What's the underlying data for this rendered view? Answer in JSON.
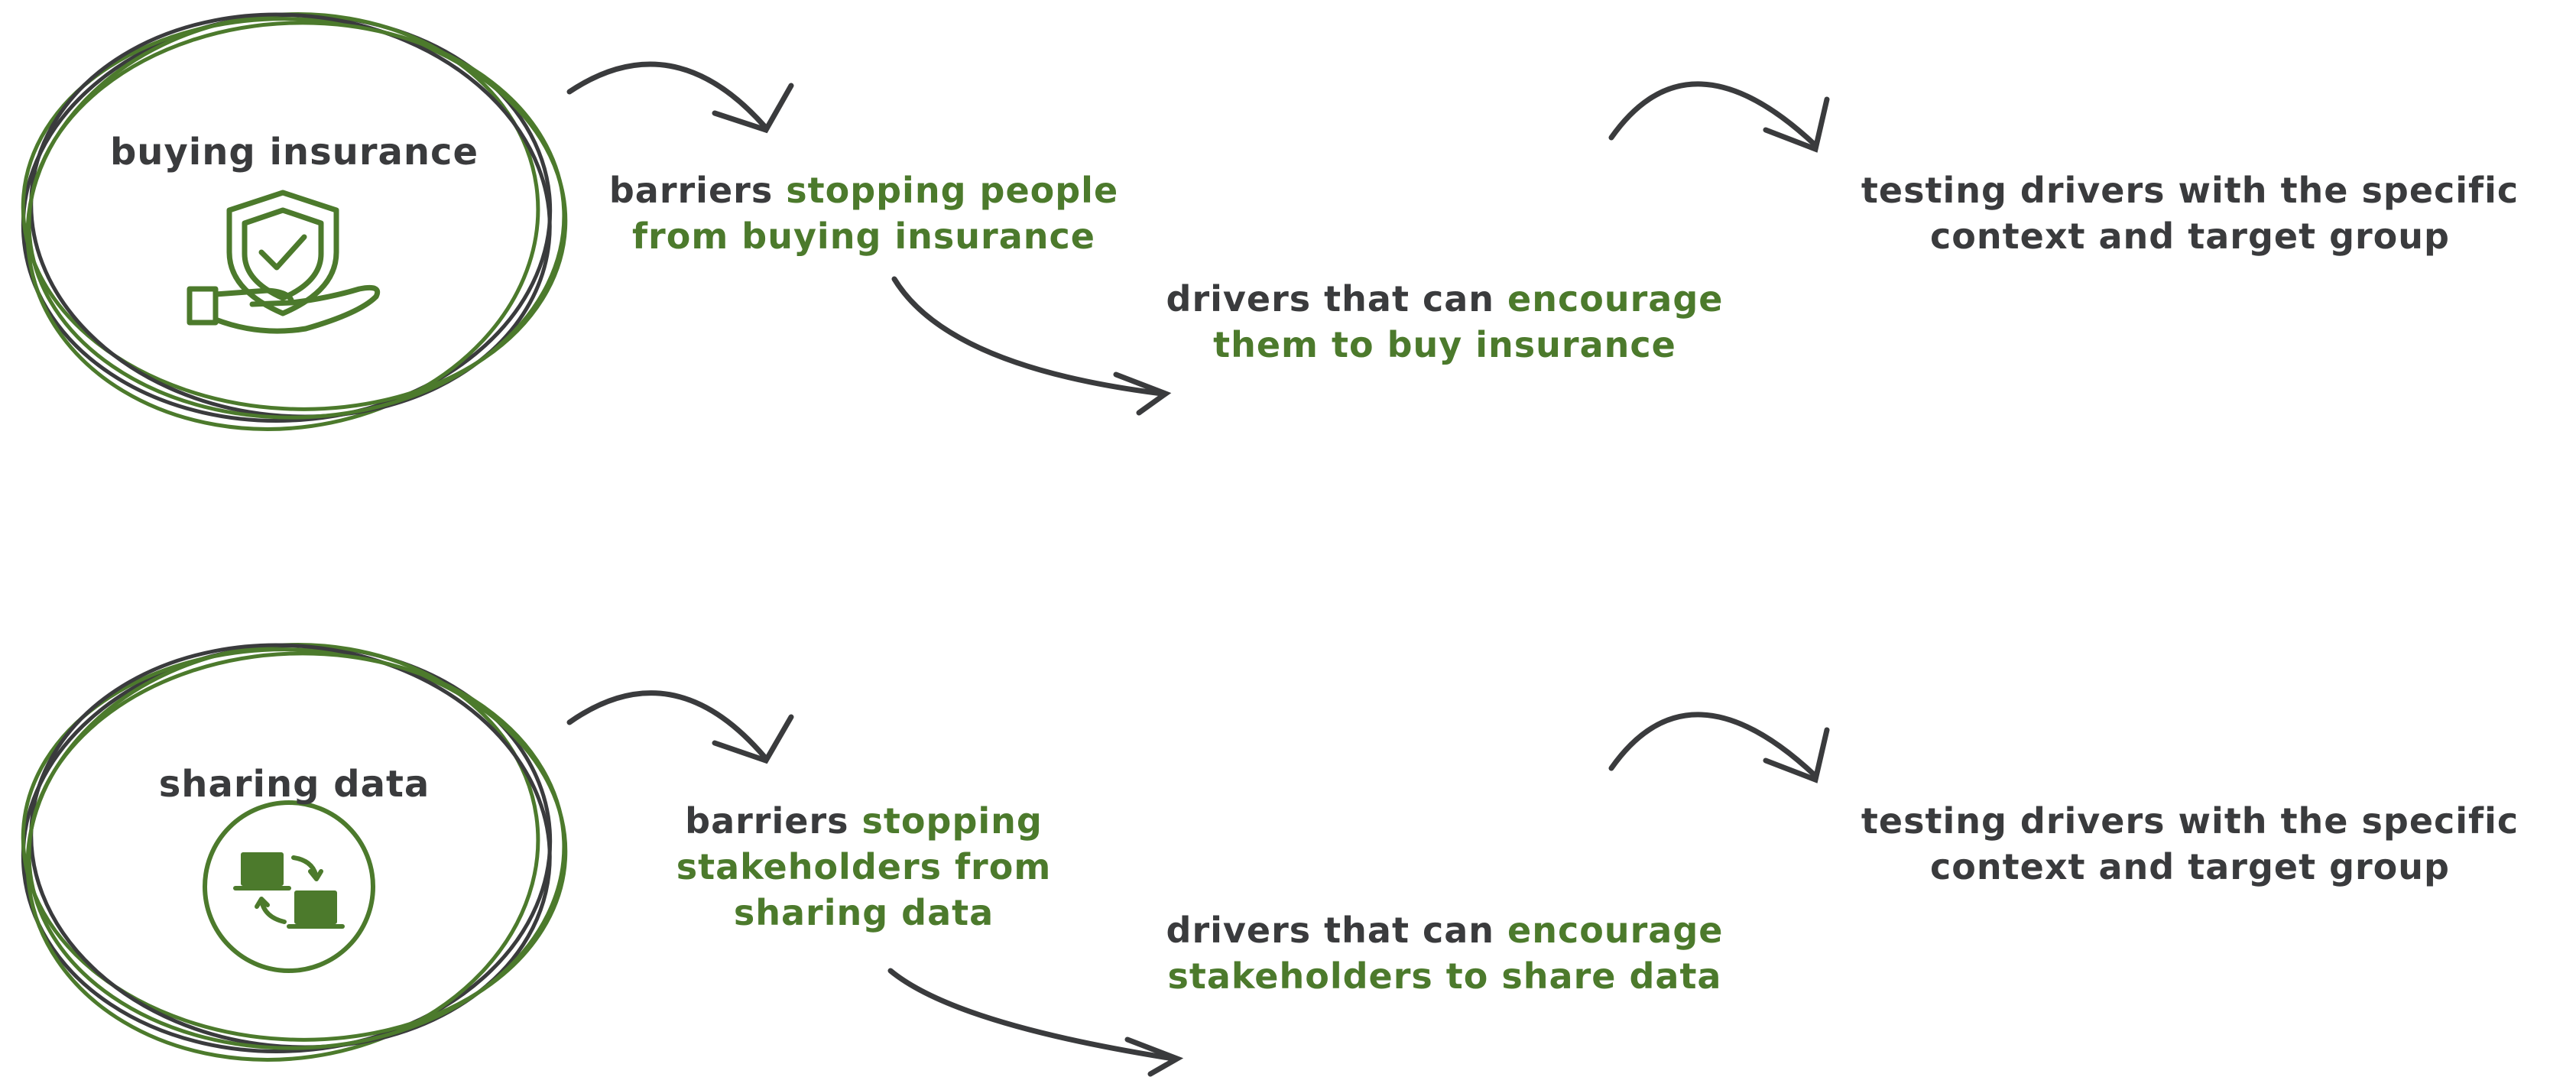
{
  "colors": {
    "dark": "#3a3b3d",
    "green": "#4c7a2c",
    "background": "#ffffff"
  },
  "rows": [
    {
      "topic": "buying insurance",
      "icon": "hand-shield-icon",
      "barriers": {
        "plain": "barriers ",
        "highlight": "stopping people from buying insurance"
      },
      "drivers": {
        "plain": "drivers that can ",
        "highlight": "encourage them to buy insurance"
      },
      "testing": "testing drivers with the specific context and target group"
    },
    {
      "topic": "sharing data",
      "icon": "data-transfer-icon",
      "barriers": {
        "plain": "barriers ",
        "highlight": "stopping stakeholders from sharing data"
      },
      "drivers": {
        "plain": "drivers that can ",
        "highlight": "encourage stakeholders to share data"
      },
      "testing": "testing drivers with the specific context and target group"
    }
  ]
}
